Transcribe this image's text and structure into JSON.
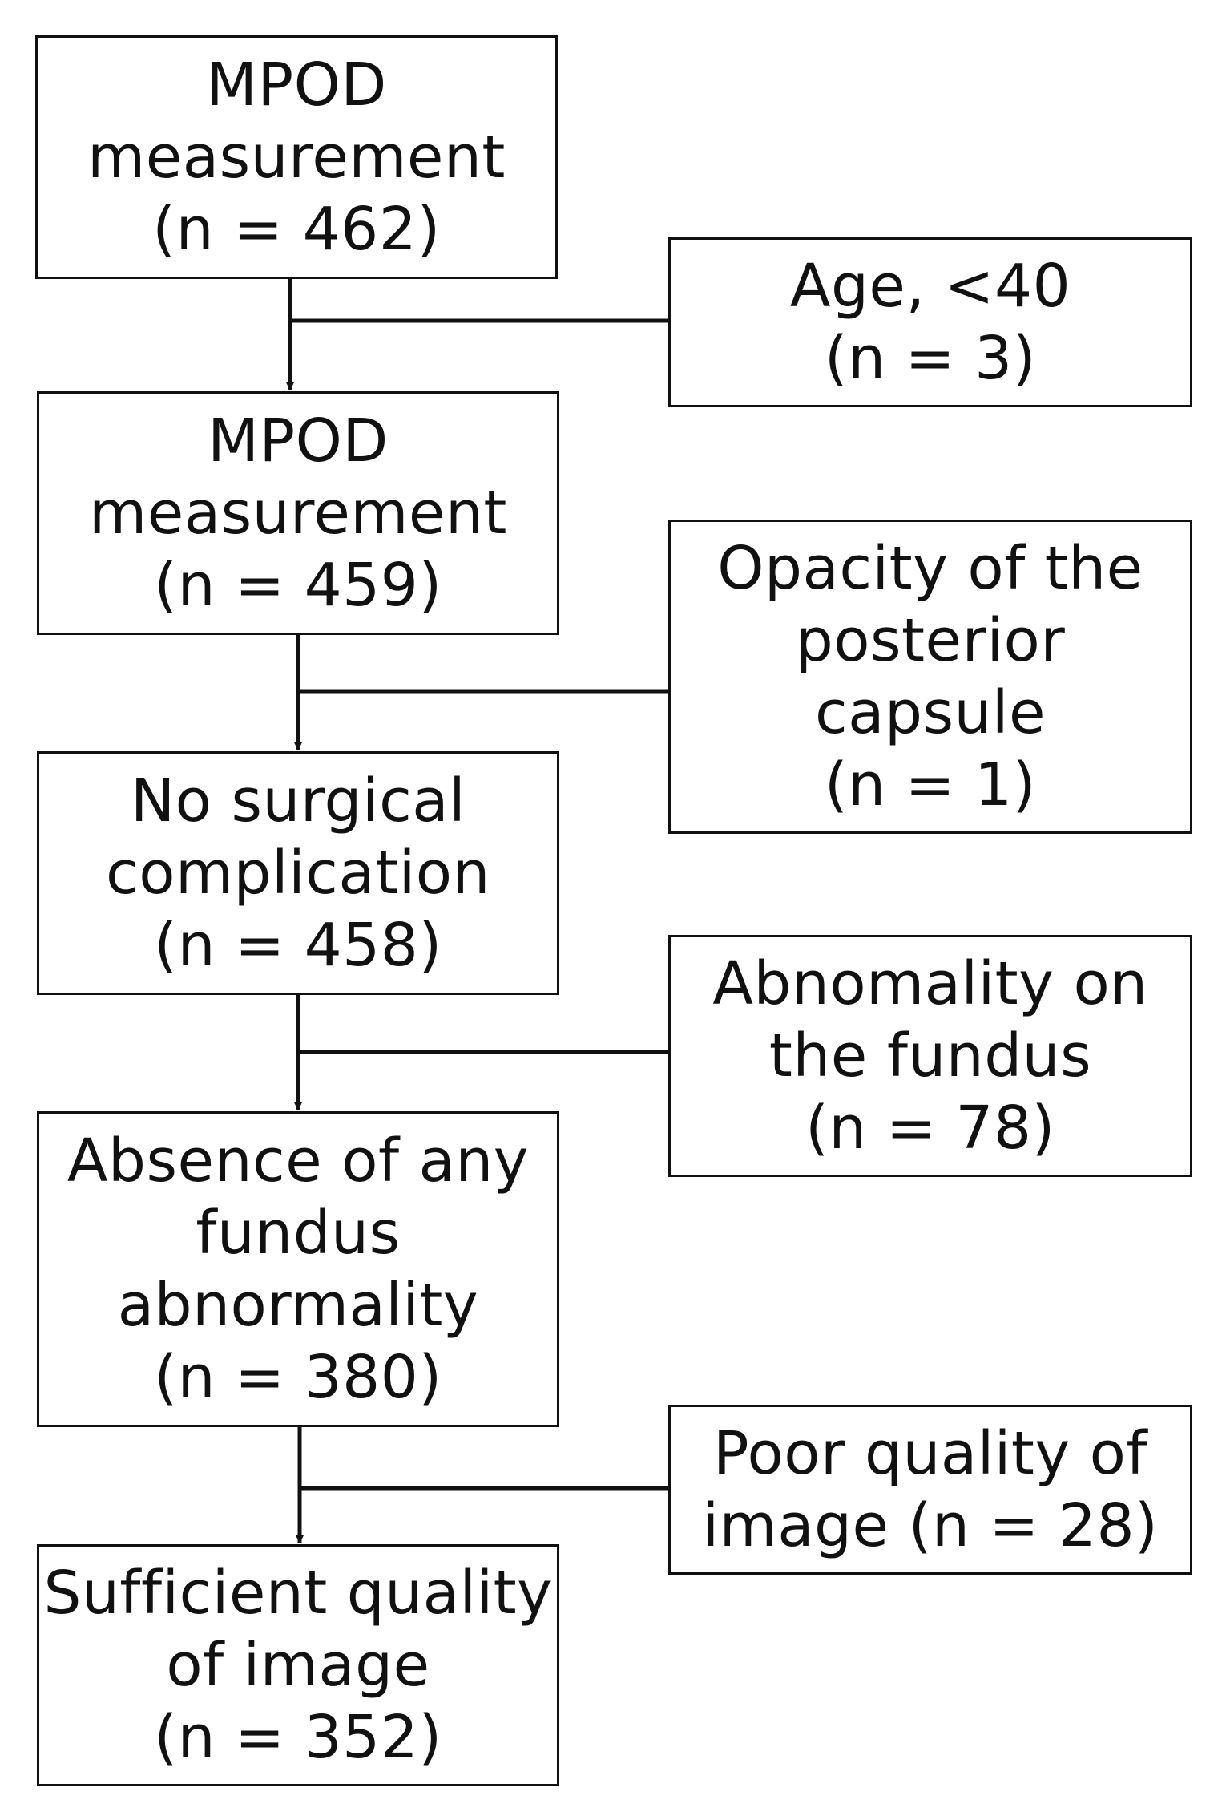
{
  "main_steps": [
    {
      "lines": [
        "MPOD",
        "measurement",
        "(n = 462)"
      ]
    },
    {
      "lines": [
        "MPOD",
        "measurement",
        "(n = 459)"
      ]
    },
    {
      "lines": [
        "No surgical",
        "complication",
        "(n = 458)"
      ]
    },
    {
      "lines": [
        "Absence of any",
        "fundus",
        "abnormality",
        "(n = 380)"
      ]
    },
    {
      "lines": [
        "Sufficient quality",
        "of image",
        "(n = 352)"
      ]
    }
  ],
  "exclusions": [
    {
      "lines": [
        "Age, <40",
        "(n = 3)"
      ]
    },
    {
      "lines": [
        "Opacity of the",
        "posterior",
        "capsule",
        "(n = 1)"
      ]
    },
    {
      "lines": [
        "Abnomality on",
        "the fundus",
        "(n = 78)"
      ]
    },
    {
      "lines": [
        "Poor quality of",
        "image (n = 28)"
      ]
    }
  ],
  "colors": {
    "line": "#111111",
    "box_border": "#111111",
    "background": "#ffffff"
  }
}
